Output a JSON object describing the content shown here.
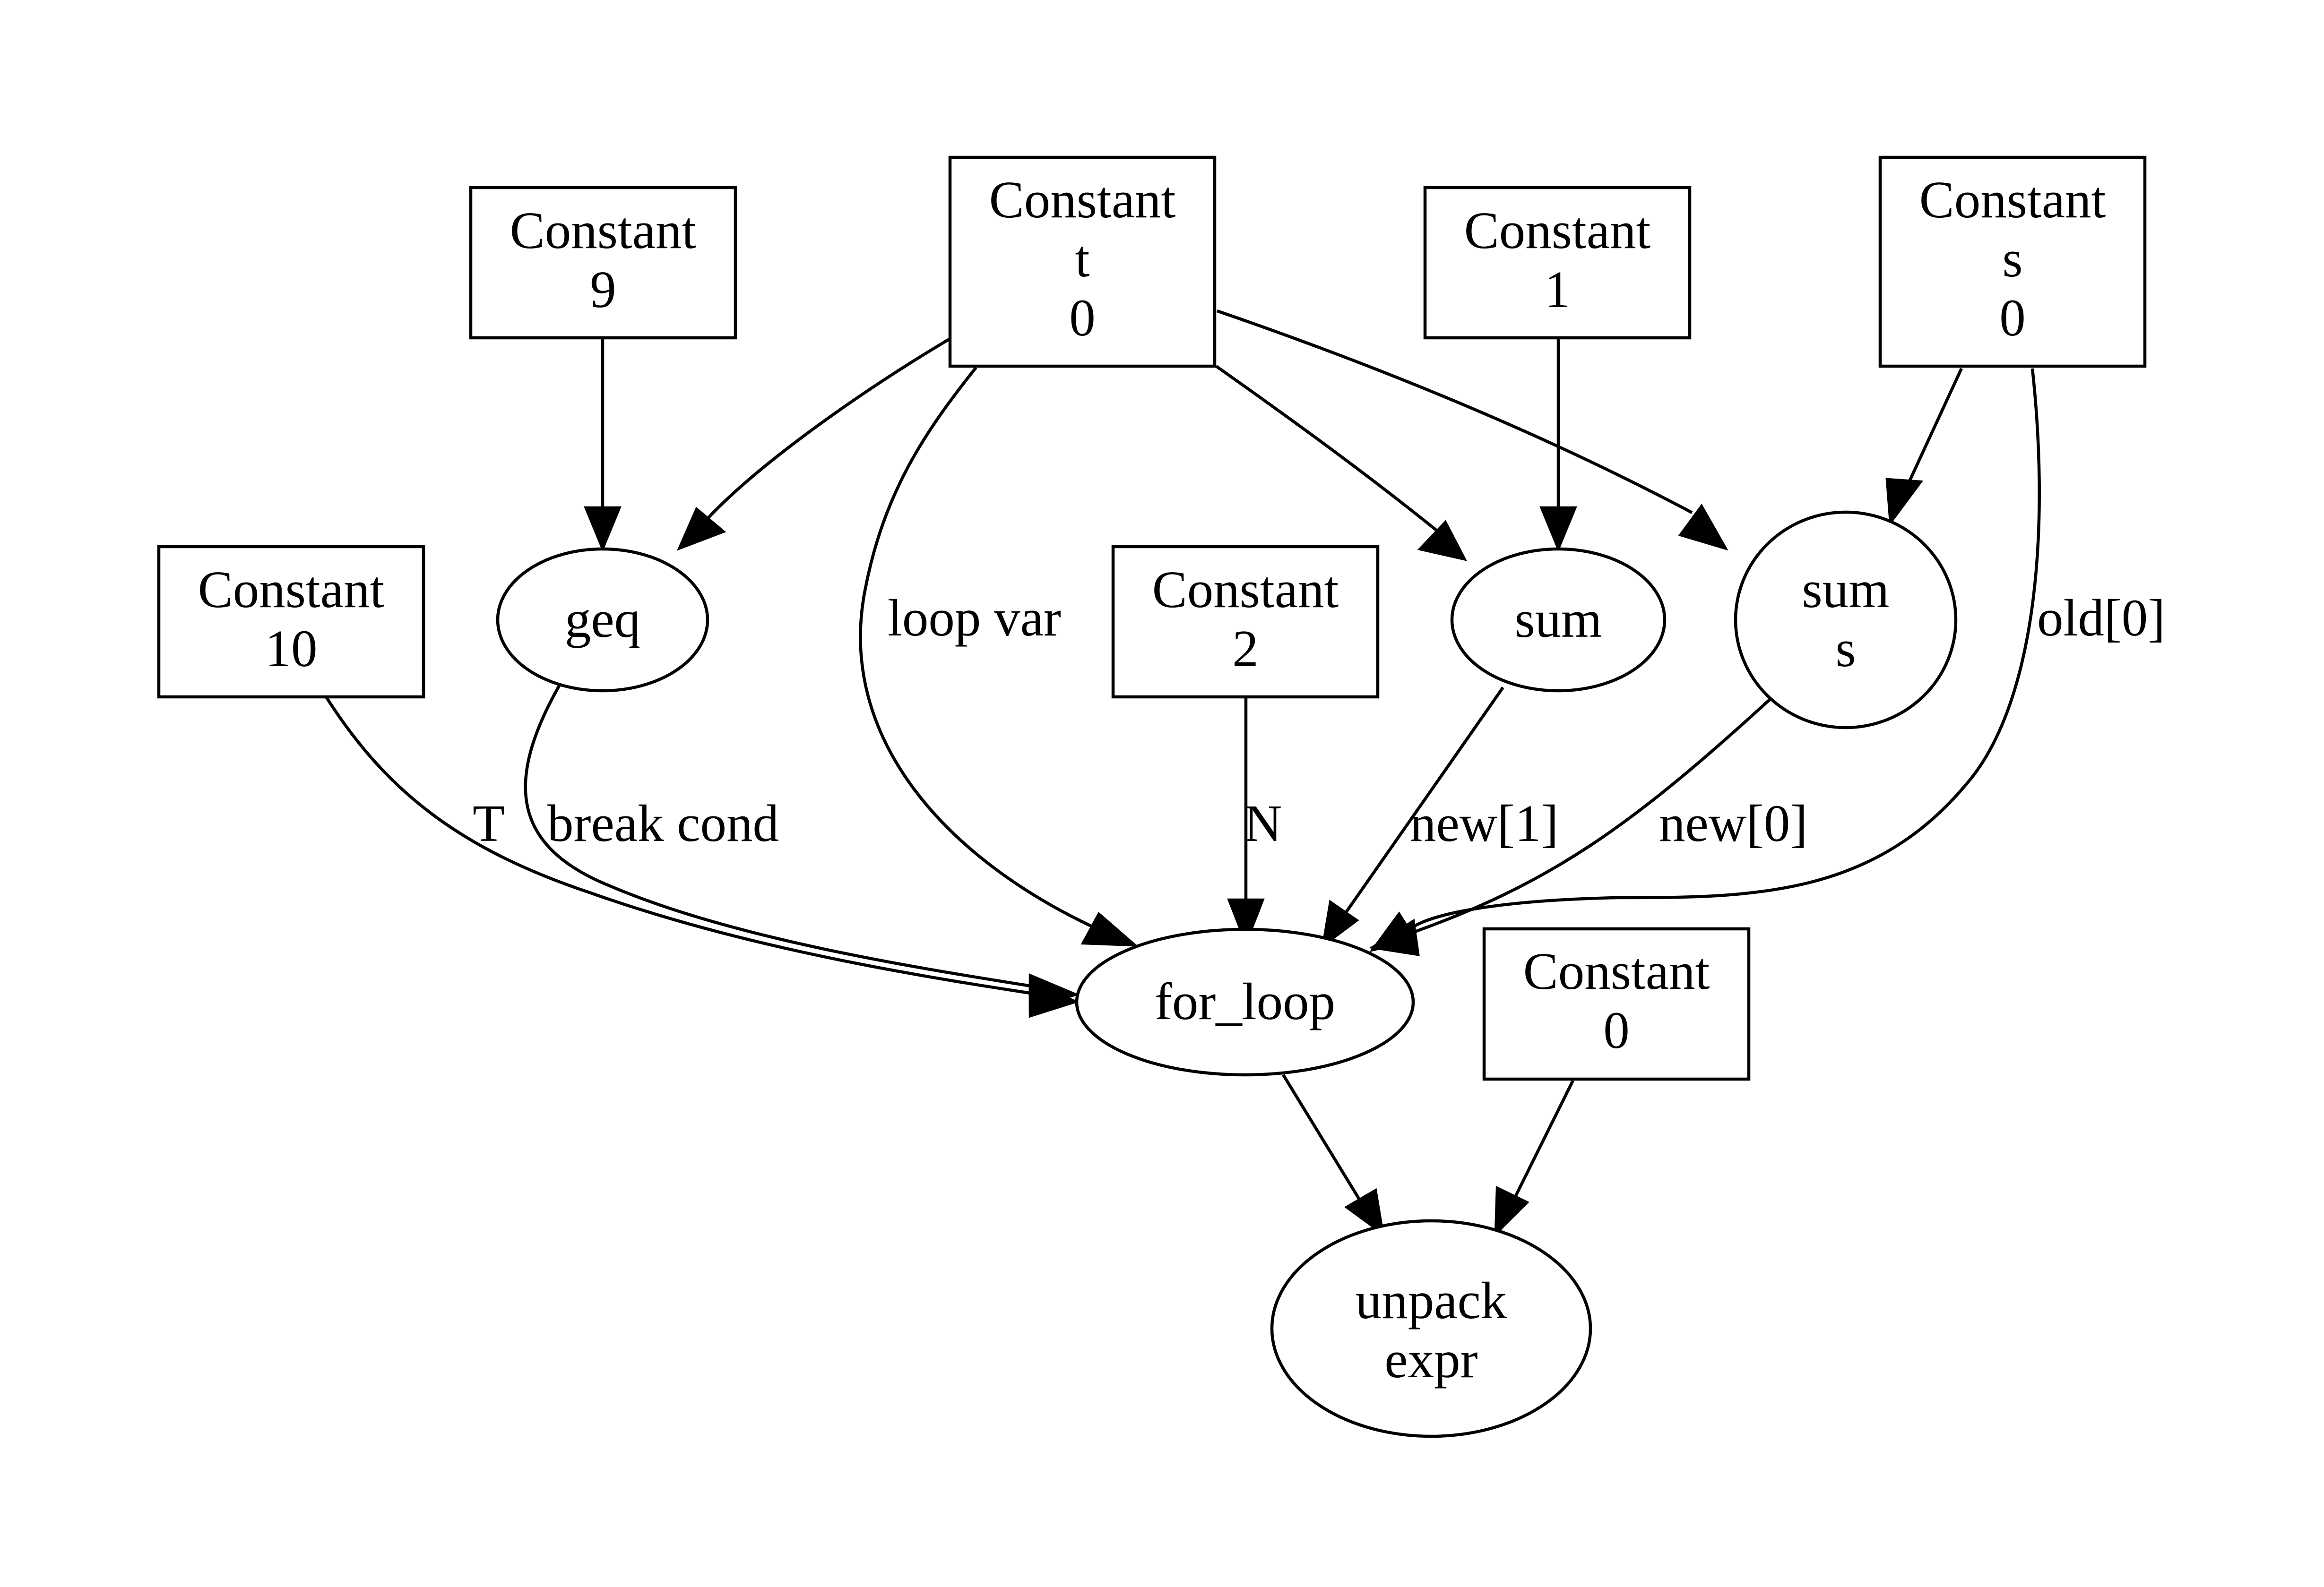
{
  "nodes": {
    "const_t0": {
      "lines": [
        "Constant",
        "t",
        "0"
      ]
    },
    "const_9": {
      "lines": [
        "Constant",
        "9"
      ]
    },
    "const_1": {
      "lines": [
        "Constant",
        "1"
      ]
    },
    "const_s0": {
      "lines": [
        "Constant",
        "s",
        "0"
      ]
    },
    "const_10": {
      "lines": [
        "Constant",
        "10"
      ]
    },
    "geq": {
      "lines": [
        "geq"
      ]
    },
    "const_2": {
      "lines": [
        "Constant",
        "2"
      ]
    },
    "sum": {
      "lines": [
        "sum"
      ]
    },
    "sum_s": {
      "lines": [
        "sum",
        "s"
      ]
    },
    "for_loop": {
      "lines": [
        "for_loop"
      ]
    },
    "const_0": {
      "lines": [
        "Constant",
        "0"
      ]
    },
    "unpack_expr": {
      "lines": [
        "unpack",
        "expr"
      ]
    }
  },
  "edges": {
    "t0_geq": {
      "label": ""
    },
    "t0_forloop": {
      "label": "loop var"
    },
    "t0_sum": {
      "label": ""
    },
    "t0_sums": {
      "label": ""
    },
    "c9_geq": {
      "label": ""
    },
    "c1_sum": {
      "label": ""
    },
    "s0_sums": {
      "label": ""
    },
    "s0_forloop": {
      "label": "old[0]"
    },
    "c10_forloop": {
      "label": "T"
    },
    "geq_forloop": {
      "label": "break cond"
    },
    "c2_forloop": {
      "label": "N"
    },
    "sum_forloop": {
      "label": "new[1]"
    },
    "sums_forloop": {
      "label": "new[0]"
    },
    "forloop_unpack": {
      "label": ""
    },
    "c0_unpack": {
      "label": ""
    }
  }
}
